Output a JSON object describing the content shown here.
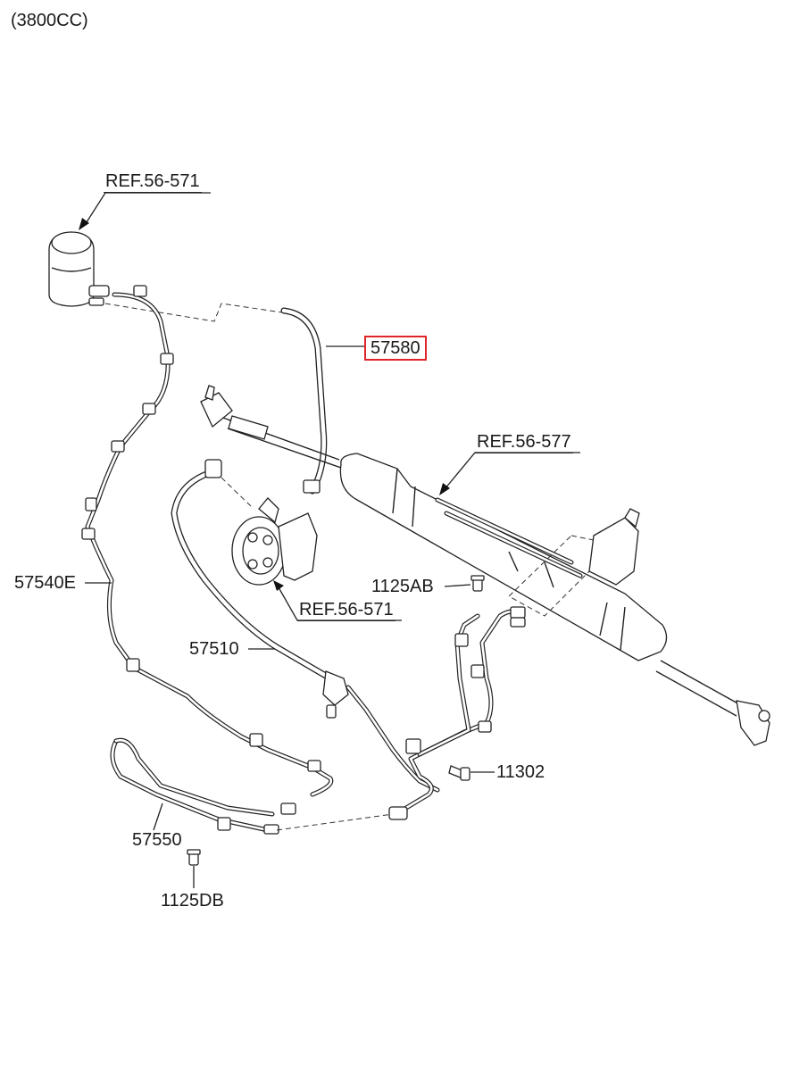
{
  "diagram": {
    "engine_spec": "(3800CC)",
    "labels": {
      "ref_reservoir": "REF.56-571",
      "part_57580": "57580",
      "ref_gear_box": "REF.56-577",
      "part_57540E": "57540E",
      "part_1125AB": "1125AB",
      "ref_pump": "REF.56-571",
      "part_57510": "57510",
      "part_11302": "11302",
      "part_57550": "57550",
      "part_1125DB": "1125DB"
    },
    "highlight_color": "#e0242a"
  }
}
